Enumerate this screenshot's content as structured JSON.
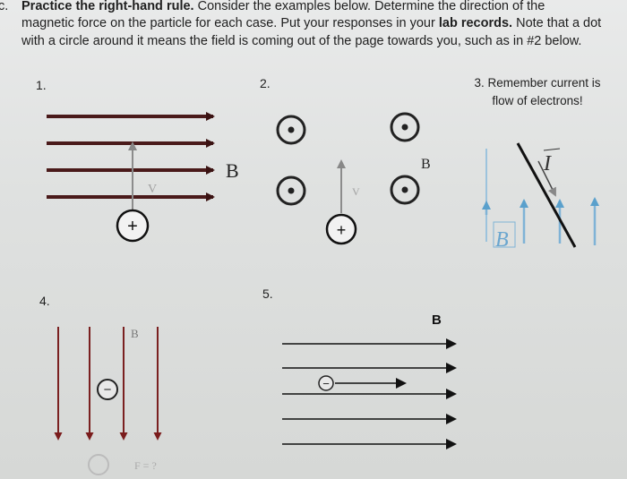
{
  "header": {
    "bullet": "c.",
    "line1_bold": "Practice the right-hand rule.",
    "line1_rest": " Consider the examples below. Determine the direction of the",
    "line2_a": "magnetic force on the particle for each case. Put your responses in your ",
    "line2_bold": "lab records.",
    "line2_c": " Note that a dot",
    "line3": "with a circle around it means the field is coming out of the page towards you, such as in #2 below."
  },
  "problems": {
    "p1": {
      "number": "1.",
      "field_label": "B",
      "velocity_label": "V",
      "charge": "+"
    },
    "p2": {
      "number": "2.",
      "field_label": "B",
      "velocity_label": "V",
      "charge": "+"
    },
    "p3": {
      "number": "3.",
      "note_line1": "Remember current is",
      "note_line2": "flow of electrons!",
      "current_label": "I",
      "field_label": "B"
    },
    "p4": {
      "number": "4.",
      "field_label": "B",
      "charge": "−",
      "force_label": "F = ?"
    },
    "p5": {
      "number": "5.",
      "field_label": "B",
      "charge": "−"
    }
  }
}
